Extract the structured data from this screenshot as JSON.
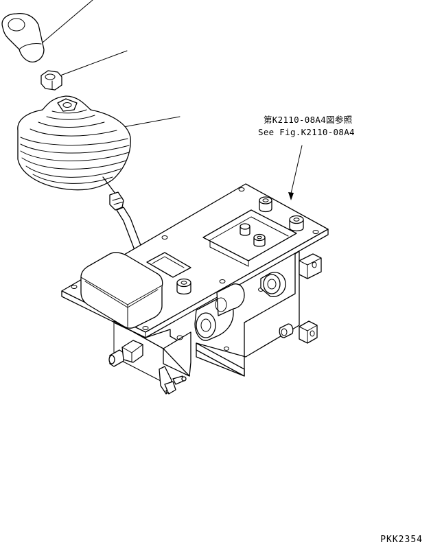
{
  "reference_note": {
    "japanese": "第K2110-08A4図参照",
    "english": "See Fig.K2110-08A4"
  },
  "drawing_number": "PKK2354"
}
